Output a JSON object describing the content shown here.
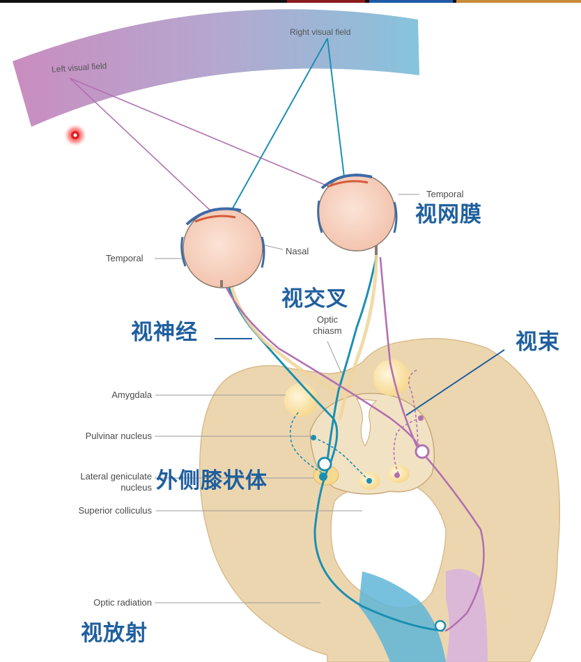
{
  "fields": {
    "left": "Left visual field",
    "right": "Right visual field"
  },
  "labels_en": {
    "temporal_left": "Temporal",
    "temporal_right": "Temporal",
    "nasal": "Nasal",
    "optic_chiasm_line1": "Optic",
    "optic_chiasm_line2": "chiasm",
    "amygdala": "Amygdala",
    "pulvinar": "Pulvinar nucleus",
    "lgn_line1": "Lateral geniculate",
    "lgn_line2": "nucleus",
    "superior_colliculus": "Superior colliculus",
    "optic_radiation": "Optic radiation"
  },
  "labels_cn": {
    "retina": "视网膜",
    "chiasm": "视交叉",
    "optic_nerve": "视神经",
    "optic_tract": "视束",
    "lgn": "外侧膝状体",
    "radiation": "视放射"
  },
  "colors": {
    "cyan_pathway": "#1a8fb0",
    "magenta_pathway": "#b071b0",
    "brain_tissue": "#e9d3ad",
    "annotation_blue": "#1f5f9e"
  }
}
